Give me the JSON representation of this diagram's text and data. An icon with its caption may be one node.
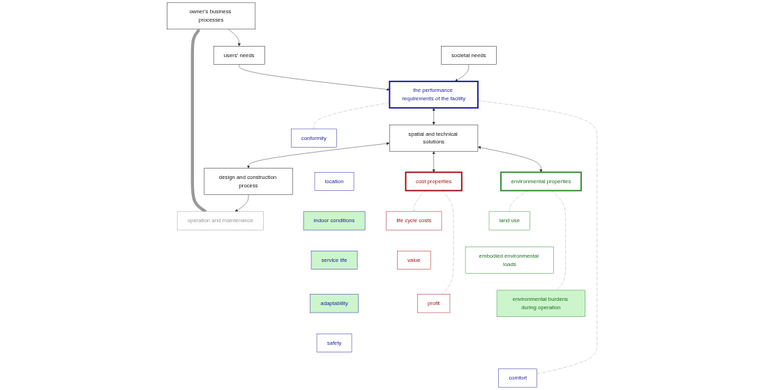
{
  "diagram": {
    "nodes": [
      {
        "text": [
          "owner’s business processes"
        ]
      },
      {
        "text": [
          "societal needs"
        ]
      },
      {
        "text": [
          "users’ needs"
        ]
      },
      {
        "text": [
          "the performance requirements of the facility"
        ]
      },
      {
        "text": [
          "spatial and technical solutions"
        ]
      },
      {
        "text": [
          "cost properties"
        ]
      },
      {
        "text": [
          "environmental properties"
        ]
      },
      {
        "text": [
          "design and construction process"
        ]
      },
      {
        "text": [
          "operation and maintenance"
        ]
      },
      {
        "text": [
          "conformity"
        ]
      },
      {
        "text": [
          "location"
        ]
      },
      {
        "text": [
          "indoor conditions"
        ]
      },
      {
        "text": [
          "service life"
        ]
      },
      {
        "text": [
          "adaptability"
        ]
      },
      {
        "text": [
          "safety"
        ]
      },
      {
        "text": [
          "comfort"
        ]
      },
      {
        "text": [
          "life cycle costs"
        ]
      },
      {
        "text": [
          "value"
        ]
      },
      {
        "text": [
          "profit"
        ]
      },
      {
        "text": [
          "land use"
        ]
      },
      {
        "text": [
          "embodied environmental loads"
        ]
      },
      {
        "text": [
          "environmental burdens during operation"
        ]
      }
    ],
    "edges": [
      {
        "from": 0,
        "to": 2,
        "arrow": "to"
      },
      {
        "from": 1,
        "to": 3,
        "arrow": "to"
      },
      {
        "from": 2,
        "to": 3,
        "arrow": "to"
      },
      {
        "from": 3,
        "to": 4,
        "arrow": "both"
      },
      {
        "from": 4,
        "to": 5,
        "arrow": "both"
      },
      {
        "from": 4,
        "to": 6,
        "arrow": "both"
      },
      {
        "from": 4,
        "to": 7,
        "arrow": "both"
      },
      {
        "from": 7,
        "to": 8,
        "arrow": "to"
      },
      {
        "from": 8,
        "to": 0,
        "arrow": "to",
        "style": "thick",
        "color": "#999999"
      },
      {
        "from": 3,
        "to": 9,
        "arrow": "none",
        "style": "dashed",
        "color": "#999999"
      },
      {
        "from": 3,
        "to": 15,
        "arrow": "none",
        "style": "dashed",
        "color": "#999999"
      },
      {
        "from": 5,
        "to": 16,
        "arrow": "none",
        "style": "dashed",
        "color": "#999999"
      },
      {
        "from": 5,
        "to": 18,
        "arrow": "none",
        "style": "dashed",
        "color": "#999999"
      },
      {
        "from": 6,
        "to": 19,
        "arrow": "none",
        "style": "dashed",
        "color": "#999999"
      },
      {
        "from": 6,
        "to": 21,
        "arrow": "none",
        "style": "dashed",
        "color": "#999999"
      }
    ]
  }
}
